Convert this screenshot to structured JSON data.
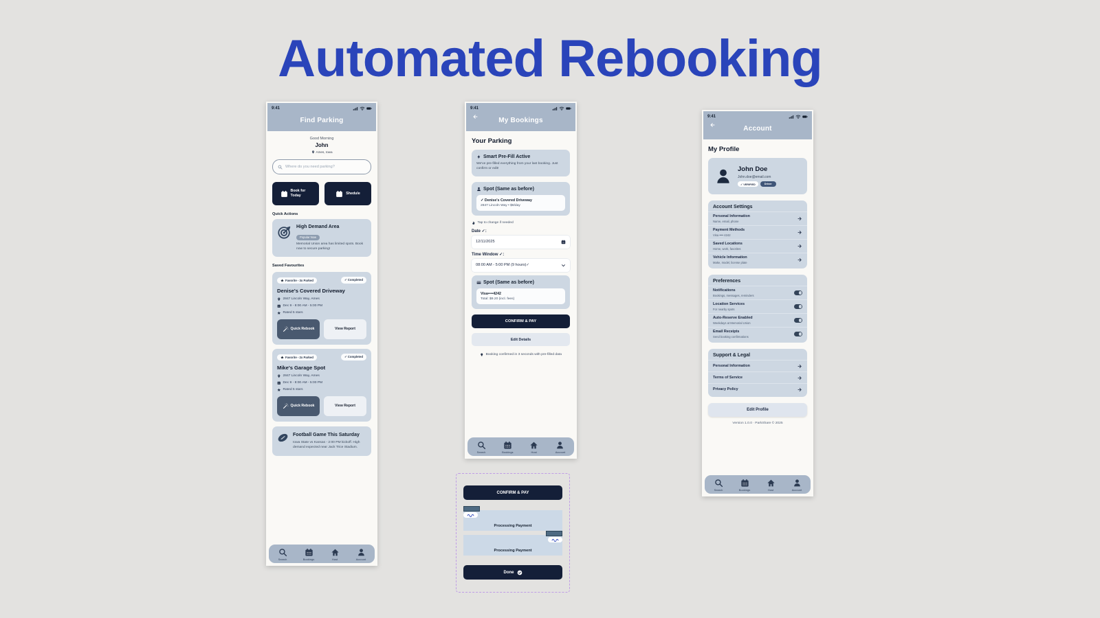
{
  "page": {
    "title": "Automated Rebooking"
  },
  "colors": {
    "accent": "#2a44ba",
    "header": "#a8b6c8",
    "card": "#cdd7e2",
    "dark_button": "#141f38",
    "background": "#e3e2e0"
  },
  "nav": {
    "items": [
      {
        "label": "Search"
      },
      {
        "label": "Bookings"
      },
      {
        "label": "Host"
      },
      {
        "label": "Account"
      }
    ]
  },
  "find": {
    "status_time": "9:41",
    "title": "Find Parking",
    "greeting": "Good Morning",
    "username": "John",
    "location": "Ames, Iowa",
    "search_placeholder": "Where do you need parking?",
    "book_today_label": "Book for Today",
    "schedule_label": "Shedule",
    "quick_actions_label": "Quick Actions",
    "high_demand": {
      "title": "High Demand Area",
      "badge": "Popular Now",
      "body": "Memorial Union area has limited spots. Book now to secure parking!"
    },
    "saved_favourites_label": "Saved Favourites",
    "favourites": [
      {
        "favorite_badge": "Favorite - 3x Parked",
        "completed_badge": "✓ Completed",
        "title": "Denise's Covered Driveway",
        "address": "2847 Lincoln Way, Ames",
        "schedule": "Dec 9 - 8:00 AM - 5:00 PM",
        "rating": "Rated 5 stars",
        "rebook_label": "Quick Rebook",
        "report_label": "View Report"
      },
      {
        "favorite_badge": "Favorite - 2x Parked",
        "completed_badge": "✓ Completed",
        "title": "Mike's Garage Spot",
        "address": "2847 Lincoln Way, Ames",
        "schedule": "Dec 9 - 8:00 AM - 5:00 PM",
        "rating": "Rated 5 stars",
        "rebook_label": "Quick Rebook",
        "report_label": "View Report"
      }
    ],
    "event": {
      "title": "Football Game This Saturday",
      "body": "Iowa State vs Kansas - 2:00 PM kickoff. High demand expected near Jack Trice Stadium."
    }
  },
  "bookings": {
    "status_time": "9:41",
    "title": "My Bookings",
    "heading": "Your Parking",
    "prefill": {
      "title": "Smart Pre-Fill Active",
      "body": "We've pre-filled everything from your last booking. Just confirm or edit!"
    },
    "spot_card": {
      "title": "Spot (Same as before)",
      "name": "✓ Denise's Covered Driveway",
      "details": "2847 Lincoln Way • $8/day"
    },
    "tap_hint": "Tap to change if needed",
    "date_label": "Date ✓:",
    "date_value": "12/11/2025",
    "time_label": "Time Window ✓:",
    "time_value": "08:00 AM - 5:00 PM (9 hours)✓",
    "payment_card": {
      "title": "Spot (Same as before)",
      "method": "Visa••••4242",
      "total": "Total: $9.20 (incl. fees)"
    },
    "confirm_label": "CONFIRM & PAY",
    "edit_label": "Edit Details",
    "footer_hint": "Booking confirmed in 3 seconds with pre-filled data"
  },
  "account": {
    "status_time": "9:41",
    "title": "Account",
    "heading": "My Profile",
    "profile": {
      "name": "John Doe",
      "email": "John.doe@email.com",
      "verified_badge": "✓ VERIFIED",
      "role_badge": "Driver"
    },
    "settings": {
      "heading": "Account Settings",
      "rows": [
        {
          "title": "Personal Information",
          "subtitle": "Name, email, phone"
        },
        {
          "title": "Payment Methods",
          "subtitle": "Visa •••• 4242"
        },
        {
          "title": "Saved Locations",
          "subtitle": "Home, work, favorites"
        },
        {
          "title": "Vehicle Information",
          "subtitle": "Make, model, license plate"
        }
      ]
    },
    "preferences": {
      "heading": "Preferences",
      "rows": [
        {
          "title": "Notifications",
          "subtitle": "Bookings, messages, reminders"
        },
        {
          "title": "Location Services",
          "subtitle": "For nearby spots"
        },
        {
          "title": "Auto-Reserve Enabled",
          "subtitle": "Weekdays at Memorial Union"
        },
        {
          "title": "Email Receipts",
          "subtitle": "Send booking confirmations"
        }
      ]
    },
    "support": {
      "heading": "Support & Legal",
      "rows": [
        {
          "title": "Personal Information"
        },
        {
          "title": "Terms of Service"
        },
        {
          "title": "Privacy Policy"
        }
      ]
    },
    "edit_profile_label": "Edit Profile",
    "version": "Version 1.0.0 · ParkShare © 2025"
  },
  "flow": {
    "confirm_label": "CONFIRM & PAY",
    "processing_label_1": "Processing Payment",
    "processing_label_2": "Processing Payment",
    "done_label": "Done"
  }
}
